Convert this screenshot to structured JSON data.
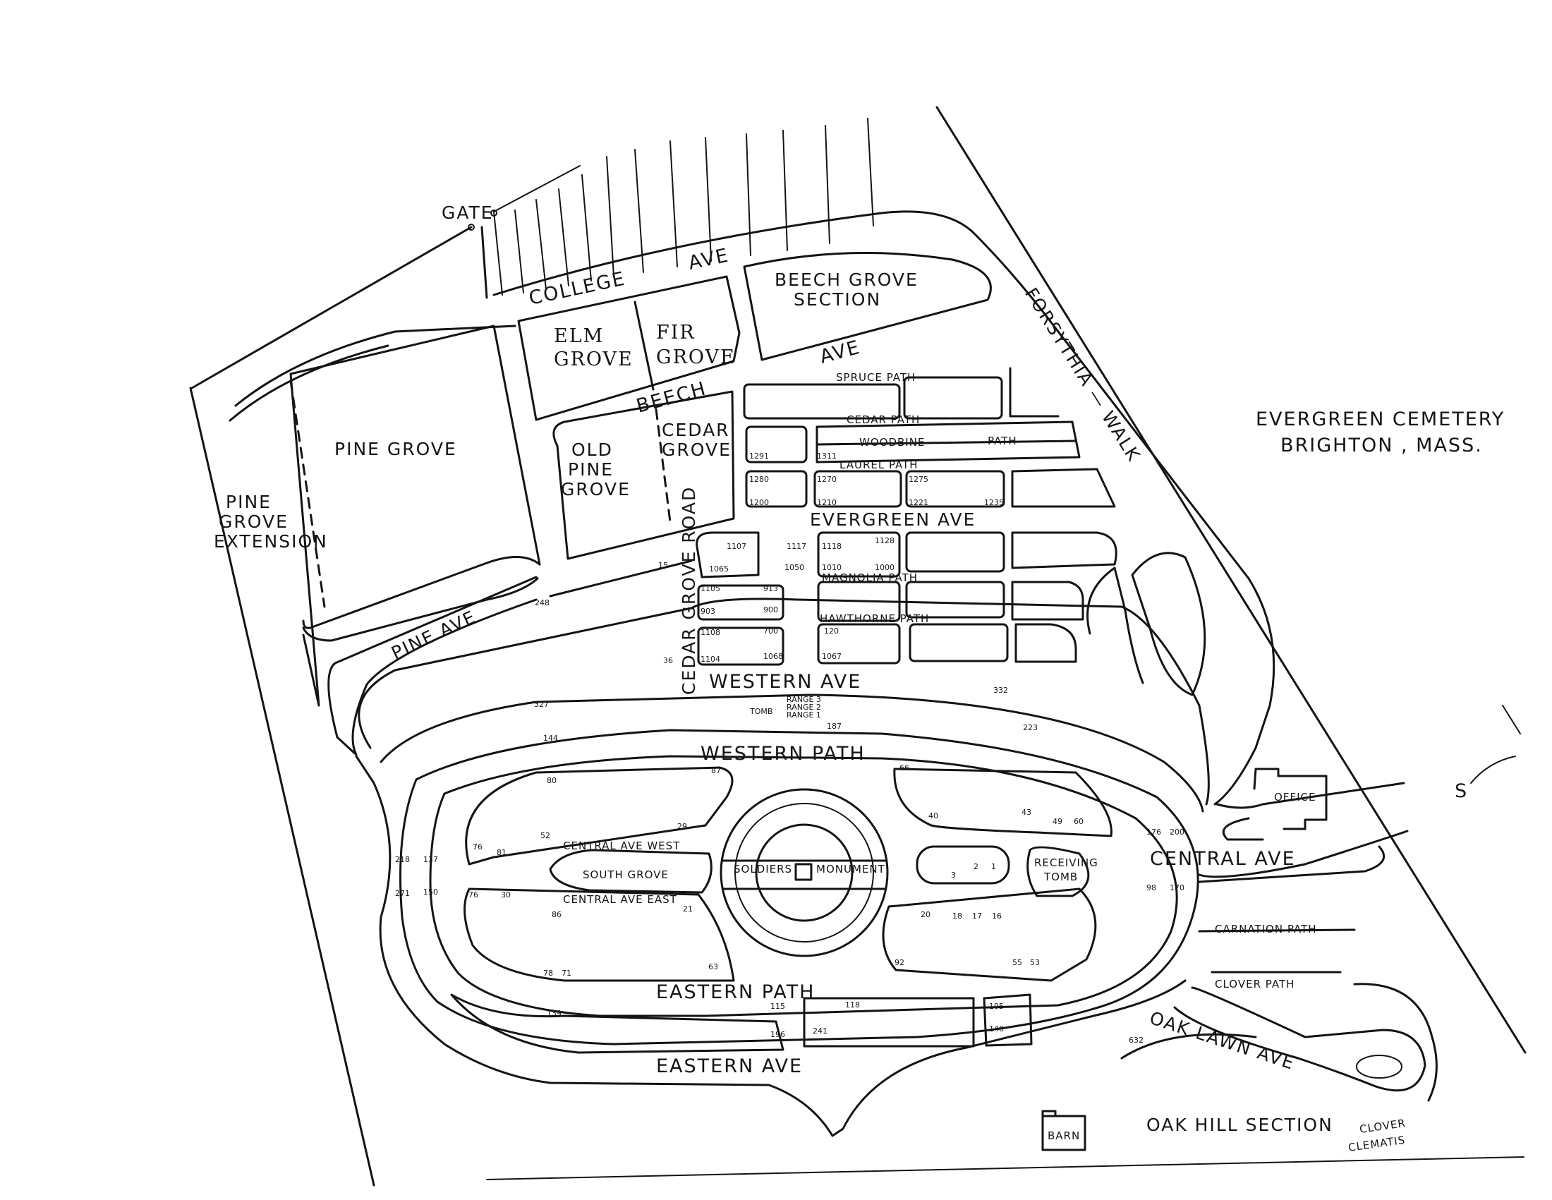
{
  "title": {
    "line1": "EVERGREEN CEMETERY",
    "line2": "BRIGHTON , MASS."
  },
  "labels": {
    "gate": "GATE",
    "college_ave": "COLLEGE",
    "college_ave_2": "AVE",
    "beech": "BEECH",
    "beech_ave": "AVE",
    "elm_grove_1": "ELM",
    "elm_grove_2": "GROVE",
    "fir_grove_1": "FIR",
    "fir_grove_2": "GROVE",
    "beech_grove_1": "BEECH GROVE",
    "beech_grove_2": "SECTION",
    "pine_grove": "PINE GROVE",
    "pine_grove_ext_1": "PINE",
    "pine_grove_ext_2": "GROVE",
    "pine_grove_ext_3": "EXTENSION",
    "old_pine_1": "OLD",
    "old_pine_2": "PINE",
    "old_pine_3": "GROVE",
    "cedar_grove_1": "CEDAR",
    "cedar_grove_2": "GROVE",
    "forsythia_walk": "FORSYTHIA — WALK",
    "spruce_path": "SPRUCE PATH",
    "cedar_path": "CEDAR PATH",
    "woodbine_path": "WOODBINE",
    "woodbine_path_2": "PATH",
    "laurel_path": "LAUREL PATH",
    "evergreen_ave": "EVERGREEN AVE",
    "cedar_grove_road": "CEDAR GROVE ROAD",
    "magnolia_path": "MAGNOLIA PATH",
    "hawthorne_path": "HAWTHORNE PATH",
    "pine_ave": "PINE AVE",
    "western_ave": "WESTERN AVE",
    "western_path": "WESTERN PATH",
    "tomb": "TOMB",
    "range_3": "RANGE 3",
    "range_2": "RANGE 2",
    "range_1": "RANGE 1",
    "central_ave_west": "CENTRAL AVE WEST",
    "central_ave_east": "CENTRAL AVE EAST",
    "south_grove": "SOUTH GROVE",
    "soldiers": "SOLDIERS",
    "monument": "MONUMENT",
    "receiving_tomb_1": "RECEIVING",
    "receiving_tomb_2": "TOMB",
    "office": "OFFICE",
    "central_ave": "CENTRAL AVE",
    "carnation_path": "CARNATION PATH",
    "clover_path": "CLOVER PATH",
    "oak_lawn_ave": "OAK LAWN AVE",
    "eastern_path": "EASTERN PATH",
    "eastern_ave": "EASTERN AVE",
    "barn": "BARN",
    "oak_hill_section": "OAK HILL SECTION",
    "clover": "CLOVER",
    "clematis": "CLEMATIS",
    "s_mark": "S"
  },
  "lot_numbers": {
    "n1": "1291",
    "n2": "1311",
    "n3": "1280",
    "n4": "1270",
    "n5": "1275",
    "n6": "1200",
    "n7": "1210",
    "n8": "1221",
    "n9": "1235",
    "n10": "1107",
    "n11": "1117",
    "n12": "1065",
    "n13": "1050",
    "n14": "1118",
    "n15": "1128",
    "n16": "1010",
    "n17": "1000",
    "n18": "1105",
    "n19": "913",
    "n20": "903",
    "n21": "900",
    "n22": "1108",
    "n23": "700",
    "n24": "1104",
    "n25": "1068",
    "n26": "120",
    "n27": "1067",
    "n28": "327",
    "n29": "144",
    "n30": "187",
    "n31": "223",
    "n32": "332",
    "n33": "80",
    "n34": "87",
    "n35": "76",
    "n36": "81",
    "n37": "52",
    "n38": "29",
    "n39": "66",
    "n40": "40",
    "n41": "43",
    "n42": "49",
    "n43": "60",
    "n44": "218",
    "n45": "137",
    "n46": "271",
    "n47": "150",
    "n48": "76",
    "n49": "30",
    "n50": "86",
    "n51": "21",
    "n52": "78",
    "n53": "71",
    "n54": "63",
    "n55": "20",
    "n56": "18",
    "n57": "17",
    "n58": "16",
    "n59": "92",
    "n60": "55",
    "n61": "53",
    "n62": "3",
    "n63": "2",
    "n64": "1",
    "n65": "176",
    "n66": "200",
    "n67": "98",
    "n68": "170",
    "n69": "139",
    "n70": "115",
    "n71": "196",
    "n72": "241",
    "n73": "118",
    "n74": "105",
    "n75": "146",
    "n76": "15",
    "n77": "36",
    "n78": "248",
    "n79": "632"
  }
}
